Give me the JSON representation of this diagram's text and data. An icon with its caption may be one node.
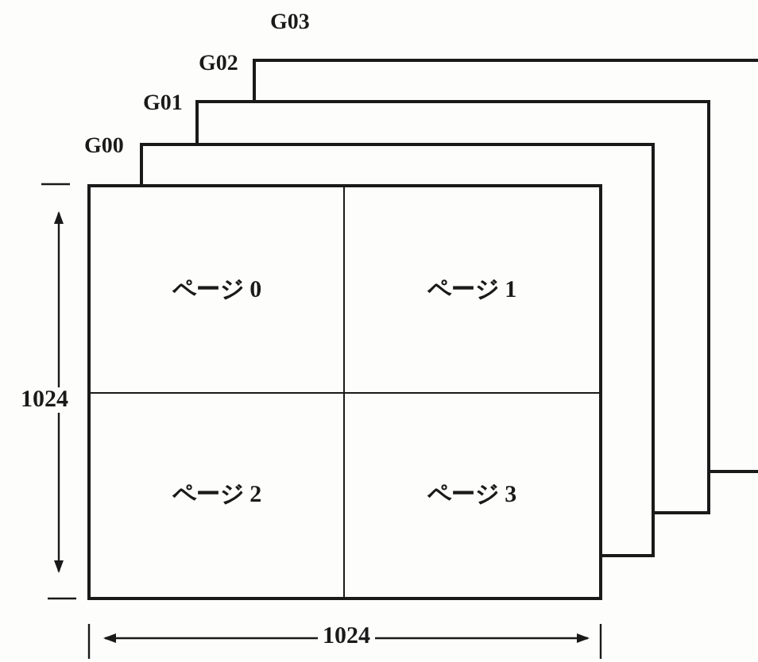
{
  "diagram": {
    "nodes": [
      {
        "text": [],
        "shape": "box"
      },
      {
        "text": [
          "ページ 0"
        ],
        "in": 0
      },
      {
        "text": [
          "ページ 1"
        ],
        "in": 0
      },
      {
        "text": [
          "ページ 2"
        ],
        "in": 0
      },
      {
        "text": [
          "ページ 3"
        ],
        "in": 0
      }
    ],
    "labels": [
      "G03",
      "G02",
      "G01",
      "G00",
      "1024",
      "1024"
    ]
  }
}
